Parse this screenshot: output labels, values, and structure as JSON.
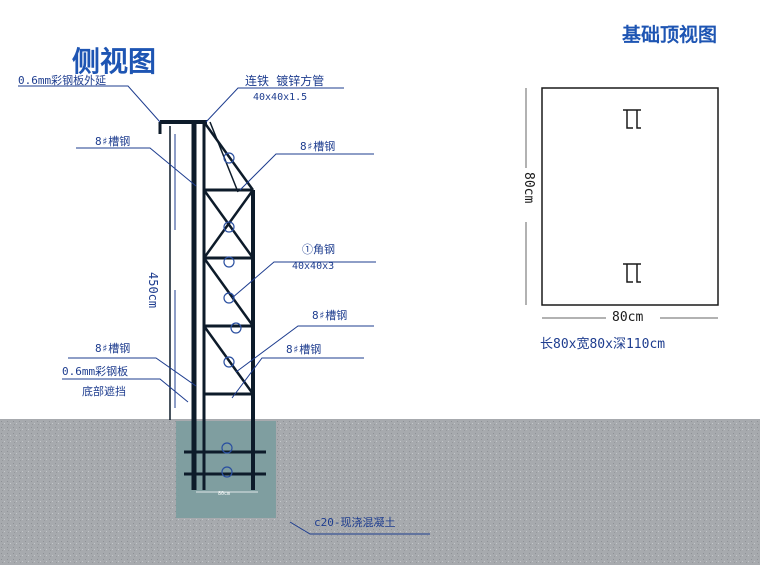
{
  "side_view": {
    "title": "侧视图",
    "labels": {
      "sheet_extension": "0.6mm彩钢板外延",
      "tie_tube": "连铁  镀锌方管",
      "tie_tube_size": "40x40x1.5",
      "channel_top_left": "8♯槽钢",
      "channel_diagonal": "8♯槽钢",
      "height": "450cm",
      "angle_steel": "①角钢",
      "angle_steel_size": "40x40x3",
      "channel_mid": "8♯槽钢",
      "channel_bottom_left": "8♯槽钢",
      "channel_bottom_right": "8♯槽钢",
      "bottom_sheet": "0.6mm彩钢板",
      "bottom_shield": "底部遮挡",
      "concrete": "c20-现浇混凝土",
      "footing_width": "80cm"
    }
  },
  "top_view": {
    "title": "基础顶视图",
    "height_label": "80cm",
    "width_label": "80cm",
    "dimensions": "长80x宽80x深110cm"
  },
  "colors": {
    "annotation": "#1e3d8f",
    "title": "#1e55b3",
    "steel": "#0d1b2a",
    "ground": "#a9acb0",
    "concrete": "#7f9ea0"
  }
}
